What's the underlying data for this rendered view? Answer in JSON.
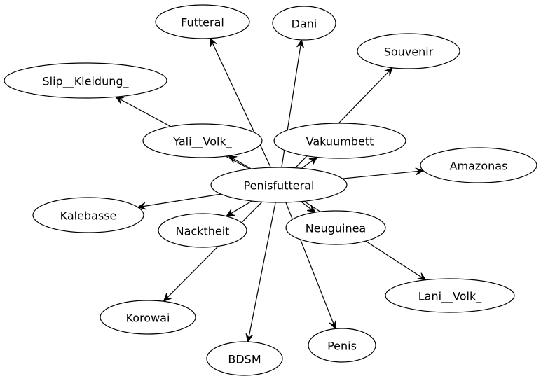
{
  "graph": {
    "center": "Penisfutteral",
    "nodes": [
      {
        "id": "Penisfutteral",
        "label": "Penisfutteral"
      },
      {
        "id": "Futteral",
        "label": "Futteral"
      },
      {
        "id": "Dani",
        "label": "Dani"
      },
      {
        "id": "Souvenir",
        "label": "Souvenir"
      },
      {
        "id": "Slip__Kleidung_",
        "label": "Slip__Kleidung_"
      },
      {
        "id": "Yali__Volk_",
        "label": "Yali__Volk_"
      },
      {
        "id": "Vakuumbett",
        "label": "Vakuumbett"
      },
      {
        "id": "Amazonas",
        "label": "Amazonas"
      },
      {
        "id": "Kalebasse",
        "label": "Kalebasse"
      },
      {
        "id": "Nacktheit",
        "label": "Nacktheit"
      },
      {
        "id": "Neuguinea",
        "label": "Neuguinea"
      },
      {
        "id": "Lani__Volk_",
        "label": "Lani__Volk_"
      },
      {
        "id": "Korowai",
        "label": "Korowai"
      },
      {
        "id": "BDSM",
        "label": "BDSM"
      },
      {
        "id": "Penis",
        "label": "Penis"
      }
    ],
    "edges": [
      {
        "from": "Penisfutteral",
        "to": "Futteral"
      },
      {
        "from": "Penisfutteral",
        "to": "Dani"
      },
      {
        "from": "Penisfutteral",
        "to": "Souvenir"
      },
      {
        "from": "Penisfutteral",
        "to": "Slip__Kleidung_"
      },
      {
        "from": "Penisfutteral",
        "to": "Yali__Volk_"
      },
      {
        "from": "Penisfutteral",
        "to": "Vakuumbett"
      },
      {
        "from": "Penisfutteral",
        "to": "Amazonas"
      },
      {
        "from": "Penisfutteral",
        "to": "Kalebasse"
      },
      {
        "from": "Penisfutteral",
        "to": "Nacktheit"
      },
      {
        "from": "Penisfutteral",
        "to": "Neuguinea"
      },
      {
        "from": "Penisfutteral",
        "to": "Lani__Volk_"
      },
      {
        "from": "Penisfutteral",
        "to": "Korowai"
      },
      {
        "from": "Penisfutteral",
        "to": "BDSM"
      },
      {
        "from": "Penisfutteral",
        "to": "Penis"
      }
    ]
  }
}
